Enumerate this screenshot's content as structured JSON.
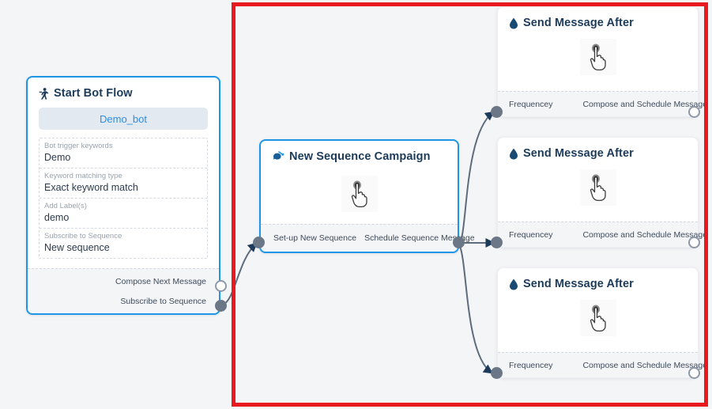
{
  "canvas": {
    "background": "#f4f5f7",
    "selection_border_color": "#e8191f"
  },
  "nodes": {
    "start_bot_flow": {
      "title": "Start Bot Flow",
      "icon": "running-person-icon",
      "bot_pill_label": "Demo_bot",
      "fields": [
        {
          "label": "Bot trigger keywords",
          "value": "Demo"
        },
        {
          "label": "Keyword matching type",
          "value": "Exact keyword match"
        },
        {
          "label": "Add Label(s)",
          "value": "demo"
        },
        {
          "label": "Subscribe to Sequence",
          "value": "New sequence"
        }
      ],
      "ports": [
        {
          "label": "Compose Next Message",
          "style": "hollow"
        },
        {
          "label": "Subscribe to Sequence",
          "style": "filled"
        }
      ],
      "accent_color": "#1e96e8"
    },
    "new_sequence_campaign": {
      "title": "New Sequence Campaign",
      "icon": "sequence-campaign-icon",
      "body_icon": "hand-pointer-icon",
      "ports": [
        {
          "label": "Set-up New Sequence",
          "style": "filled",
          "side": "left"
        },
        {
          "label": "Schedule Sequence Message",
          "style": "filled",
          "side": "right"
        }
      ],
      "accent_color": "#1e96e8"
    },
    "send_message_cards": [
      {
        "title": "Send Message After",
        "icon": "water-drop-icon",
        "body_icon": "hand-pointer-icon",
        "in_port_label": "Frequencey",
        "out_port_label": "Compose and Schedule Message"
      },
      {
        "title": "Send Message After",
        "icon": "water-drop-icon",
        "body_icon": "hand-pointer-icon",
        "in_port_label": "Frequencey",
        "out_port_label": "Compose and Schedule Message"
      },
      {
        "title": "Send Message After",
        "icon": "water-drop-icon",
        "body_icon": "hand-pointer-icon",
        "in_port_label": "Frequencey",
        "out_port_label": "Compose and Schedule Message"
      }
    ]
  },
  "colors": {
    "node_title": "#1c3b5a",
    "port_fill": "#6b7787",
    "port_hollow_border": "#8d98a8",
    "wire": "#5d6b7c",
    "arrow_head": "#1c3b5a",
    "field_label": "#9aa3ae",
    "field_value": "#2c3a4b",
    "pill_bg": "#e2e9f0",
    "pill_text": "#2f8de0"
  }
}
